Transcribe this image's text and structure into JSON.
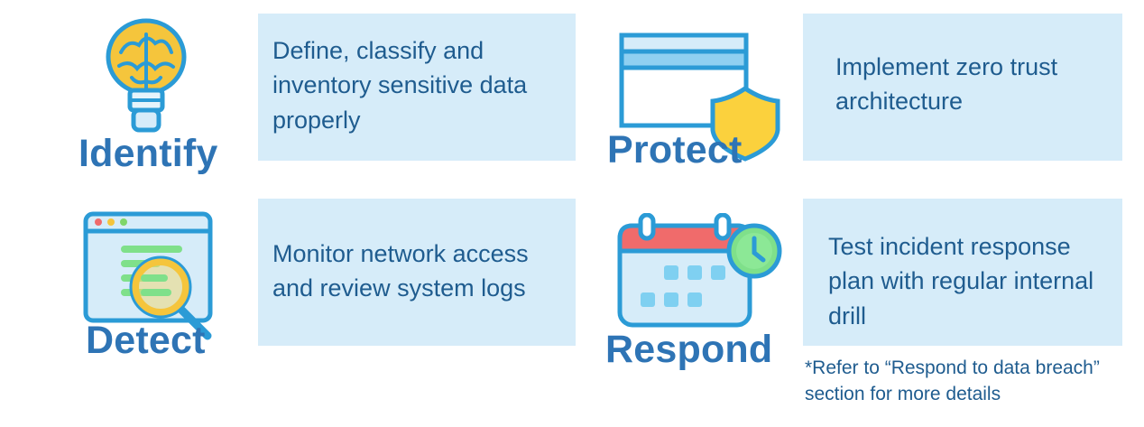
{
  "identify": {
    "label": "Identify",
    "icon": "lightbulb-brain-icon",
    "description": "Define, classify and inventory sensitive data properly"
  },
  "protect": {
    "label": "Protect",
    "icon": "browser-shield-icon",
    "description": "Implement zero trust architecture"
  },
  "detect": {
    "label": "Detect",
    "icon": "browser-magnifier-icon",
    "description": "Monitor network access and review system logs"
  },
  "respond": {
    "label": "Respond",
    "icon": "calendar-clock-icon",
    "description": "Test incident response plan with regular internal drill",
    "note": "*Refer to “Respond to data breach” section for more details"
  },
  "colors": {
    "label": "#2e74b5",
    "card_background": "#d6ecf9",
    "card_text": "#1f5c8f"
  }
}
